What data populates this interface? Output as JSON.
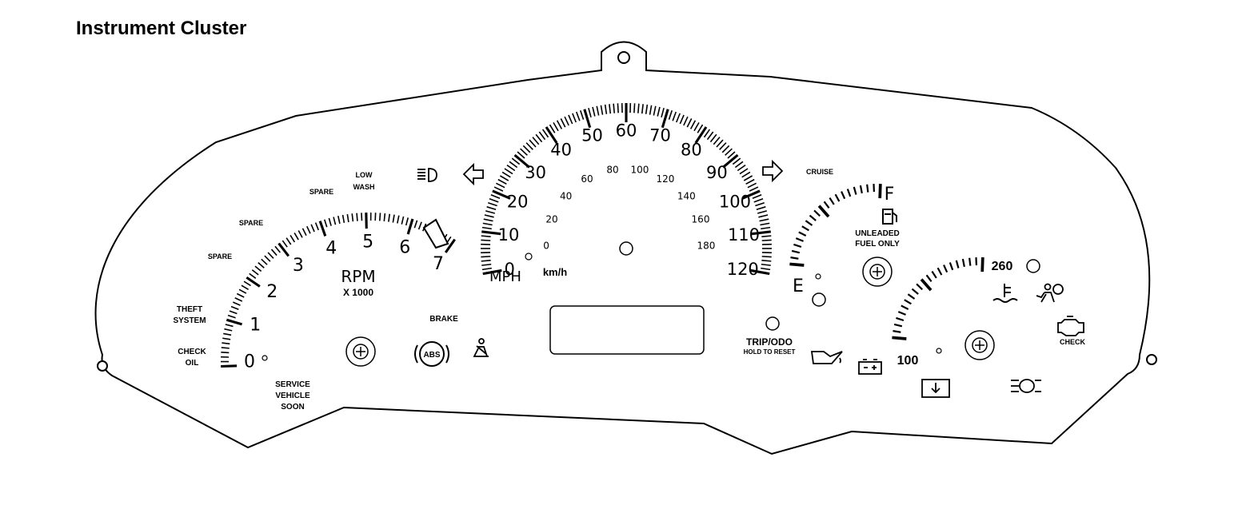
{
  "title": "Instrument Cluster",
  "tachometer": {
    "numbers": [
      "0",
      "1",
      "2",
      "3",
      "4",
      "5",
      "6",
      "7"
    ],
    "label": "RPM",
    "multiplier": "X 1000"
  },
  "speedometer": {
    "mph_numbers": [
      "0",
      "10",
      "20",
      "30",
      "40",
      "50",
      "60",
      "70",
      "80",
      "90",
      "100",
      "110",
      "120"
    ],
    "kmh_numbers": [
      "0",
      "20",
      "40",
      "60",
      "80",
      "100",
      "120",
      "140",
      "160",
      "180"
    ],
    "mph_label": "MPH",
    "kmh_label": "km/h"
  },
  "fuel_gauge": {
    "full": "F",
    "empty": "E",
    "label_line1": "UNLEADED",
    "label_line2": "FUEL ONLY"
  },
  "temp_gauge": {
    "high": "260",
    "low": "100"
  },
  "warning_lights": {
    "spare_1": "SPARE",
    "spare_2": "SPARE",
    "spare_3": "SPARE",
    "low_wash_1": "LOW",
    "low_wash_2": "WASH",
    "theft_1": "THEFT",
    "theft_2": "SYSTEM",
    "check_oil_1": "CHECK",
    "check_oil_2": "OIL",
    "service_1": "SERVICE",
    "service_2": "VEHICLE",
    "service_3": "SOON",
    "brake": "BRAKE",
    "cruise": "CRUISE",
    "abs": "ABS",
    "check_engine": "CHECK"
  },
  "trip": {
    "line1": "TRIP/ODO",
    "line2": "HOLD TO RESET"
  }
}
